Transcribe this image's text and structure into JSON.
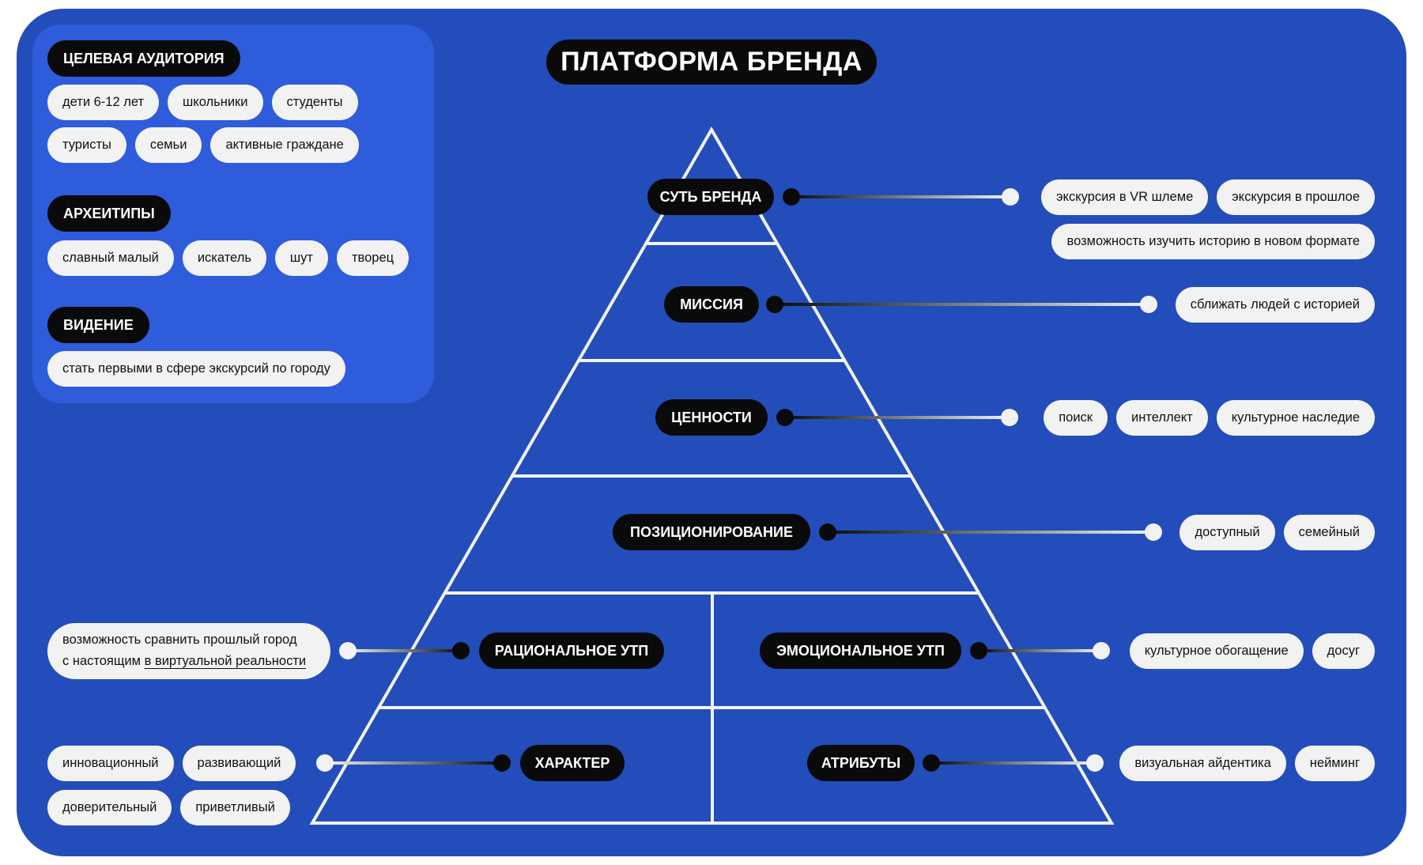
{
  "title": "ПЛАТФОРМА БРЕНДА",
  "left_panel": {
    "audience": {
      "header": "ЦЕЛЕВАЯ АУДИТОРИЯ",
      "chips": [
        "дети 6-12 лет",
        "школьники",
        "студенты",
        "туристы",
        "семьи",
        "активные граждане"
      ]
    },
    "archetypes": {
      "header": "АРХЕИТИПЫ",
      "chips": [
        "славный малый",
        "искатель",
        "шут",
        "творец"
      ]
    },
    "vision": {
      "header": "ВИДЕНИЕ",
      "chips": [
        "стать первыми в сфере экскурсий по городу"
      ]
    }
  },
  "pyramid": {
    "essence": {
      "label": "СУТЬ БРЕНДА",
      "chips": [
        "экскурсия в VR шлеме",
        "экскурсия в прошлое",
        "возможность изучить историю в новом формате"
      ]
    },
    "mission": {
      "label": "МИССИЯ",
      "chips": [
        "сближать людей с историей"
      ]
    },
    "values": {
      "label": "ЦЕННОСТИ",
      "chips": [
        "поиск",
        "интеллект",
        "культурное наследие"
      ]
    },
    "positioning": {
      "label": "ПОЗИЦИОНИРОВАНИЕ",
      "chips": [
        "доступный",
        "семейный"
      ]
    },
    "rational_usp": {
      "label": "РАЦИОНАЛЬНОЕ УТП",
      "text_line1": "возможность сравнить прошлый город",
      "text_line2_a": "с настоящим",
      "text_line2_b": "в виртуальной реальности"
    },
    "emotional_usp": {
      "label": "ЭМОЦИОНАЛЬНОЕ УТП",
      "chips": [
        "культурное обогащение",
        "досуг"
      ]
    },
    "character": {
      "label": "ХАРАКТЕР",
      "chips": [
        "инновационный",
        "развивающий",
        "доверительный",
        "приветливый"
      ]
    },
    "attributes": {
      "label": "АТРИБУТЫ",
      "chips": [
        "визуальная айдентика",
        "нейминг"
      ]
    }
  },
  "colors": {
    "board": "#234dba",
    "panel": "#2e5cdb",
    "pill": "#0a0a0a",
    "chip": "#f2f2f2"
  }
}
